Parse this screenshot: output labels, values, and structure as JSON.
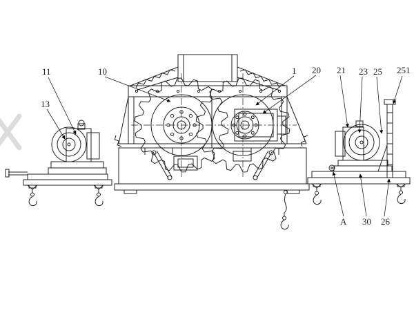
{
  "drawing": {
    "background": "#ffffff",
    "line_color": "#1f1f1f",
    "watermark_color": "#d9d9d9",
    "labels": {
      "l11": "11",
      "l10": "10",
      "l13": "13",
      "l1": "1",
      "l20": "20",
      "l21": "21",
      "l23": "23",
      "l25": "25",
      "l251": "251",
      "lA": "A",
      "l30": "30",
      "l26": "26"
    }
  }
}
